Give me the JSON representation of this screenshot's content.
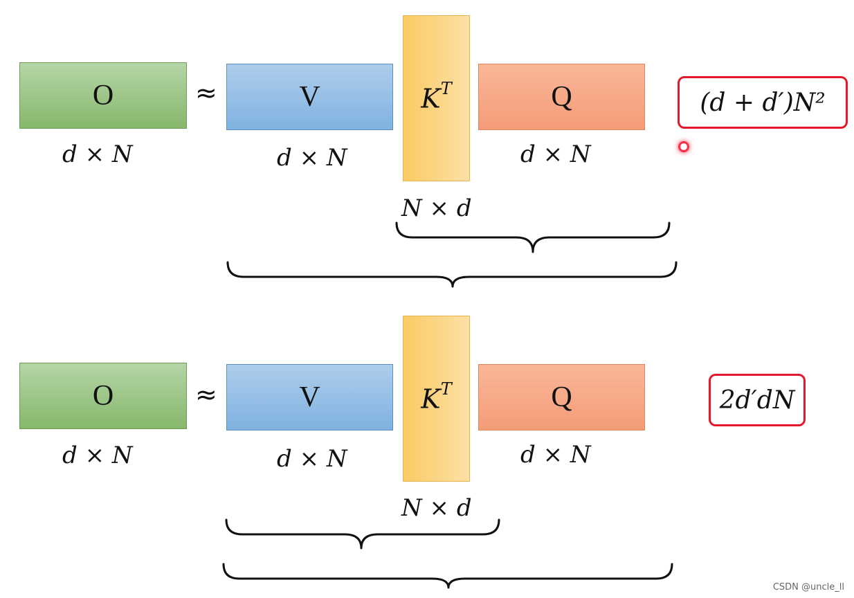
{
  "rows": [
    {
      "o": "O",
      "approx": "≈",
      "v": "V",
      "k_base": "K",
      "k_sup": "T",
      "q": "Q",
      "o_dim": "d × N",
      "v_dim": "d × N",
      "k_dim": "N × d",
      "q_dim": "d × N",
      "cost": "(d + d′)N²"
    },
    {
      "o": "O",
      "approx": "≈",
      "v": "V",
      "k_base": "K",
      "k_sup": "T",
      "q": "Q",
      "o_dim": "d × N",
      "v_dim": "d × N",
      "k_dim": "N × d",
      "q_dim": "d × N",
      "cost": "2d′dN"
    }
  ],
  "watermark": "CSDN @uncle_ll",
  "colors": {
    "o_box": "#9cc68a",
    "v_box": "#96c0e7",
    "k_box": "#fbd37e",
    "q_box": "#f7aa89",
    "cost_border": "#e3182b"
  }
}
